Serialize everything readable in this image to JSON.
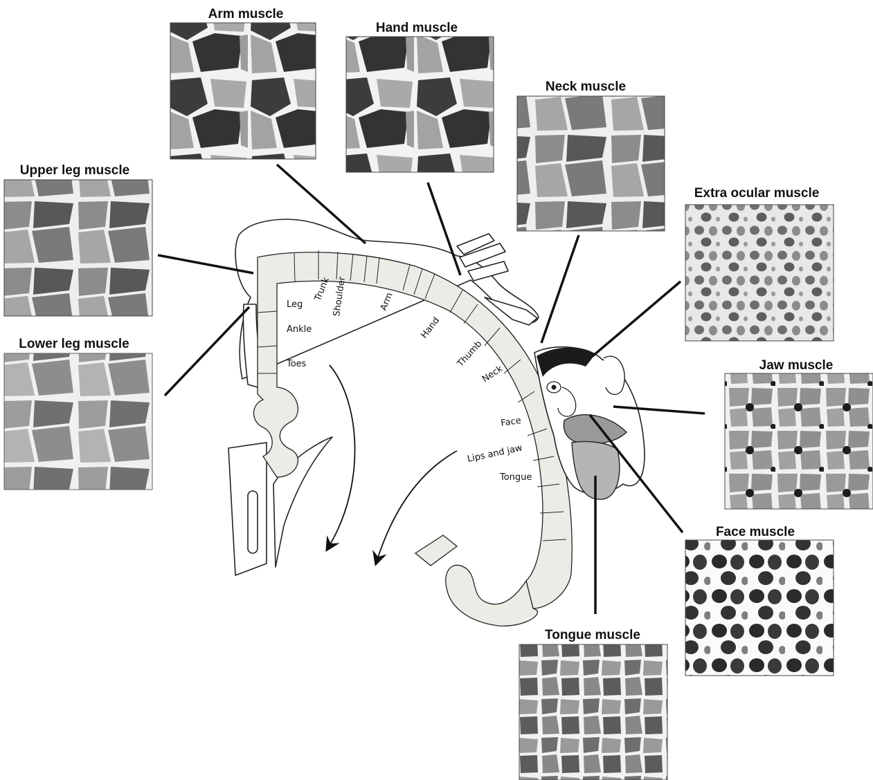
{
  "panels": {
    "arm": {
      "title": "Arm muscle"
    },
    "hand": {
      "title": "Hand muscle"
    },
    "neck": {
      "title": "Neck muscle"
    },
    "extra_ocular": {
      "title": "Extra ocular muscle"
    },
    "upper_leg": {
      "title": "Upper leg muscle"
    },
    "lower_leg": {
      "title": "Lower leg muscle"
    },
    "jaw": {
      "title": "Jaw muscle"
    },
    "face": {
      "title": "Face muscle"
    },
    "tongue": {
      "title": "Tongue muscle"
    }
  },
  "homunculus_labels": {
    "trunk": "Trunk",
    "leg": "Leg",
    "shoulder": "Shoulder",
    "arm": "Arm",
    "ankle": "Ankle",
    "hand": "Hand",
    "toes": "Toes",
    "thumb": "Thumb",
    "neck": "Neck",
    "face": "Face",
    "lips_and_jaw": "Lips and jaw",
    "tongue": "Tongue"
  },
  "colors": {
    "dark_fiber": "#3a3a3a",
    "mid_fiber": "#8a8a8a",
    "light_fiber": "#bdbdbd",
    "membrane": "#f4f4f4"
  }
}
